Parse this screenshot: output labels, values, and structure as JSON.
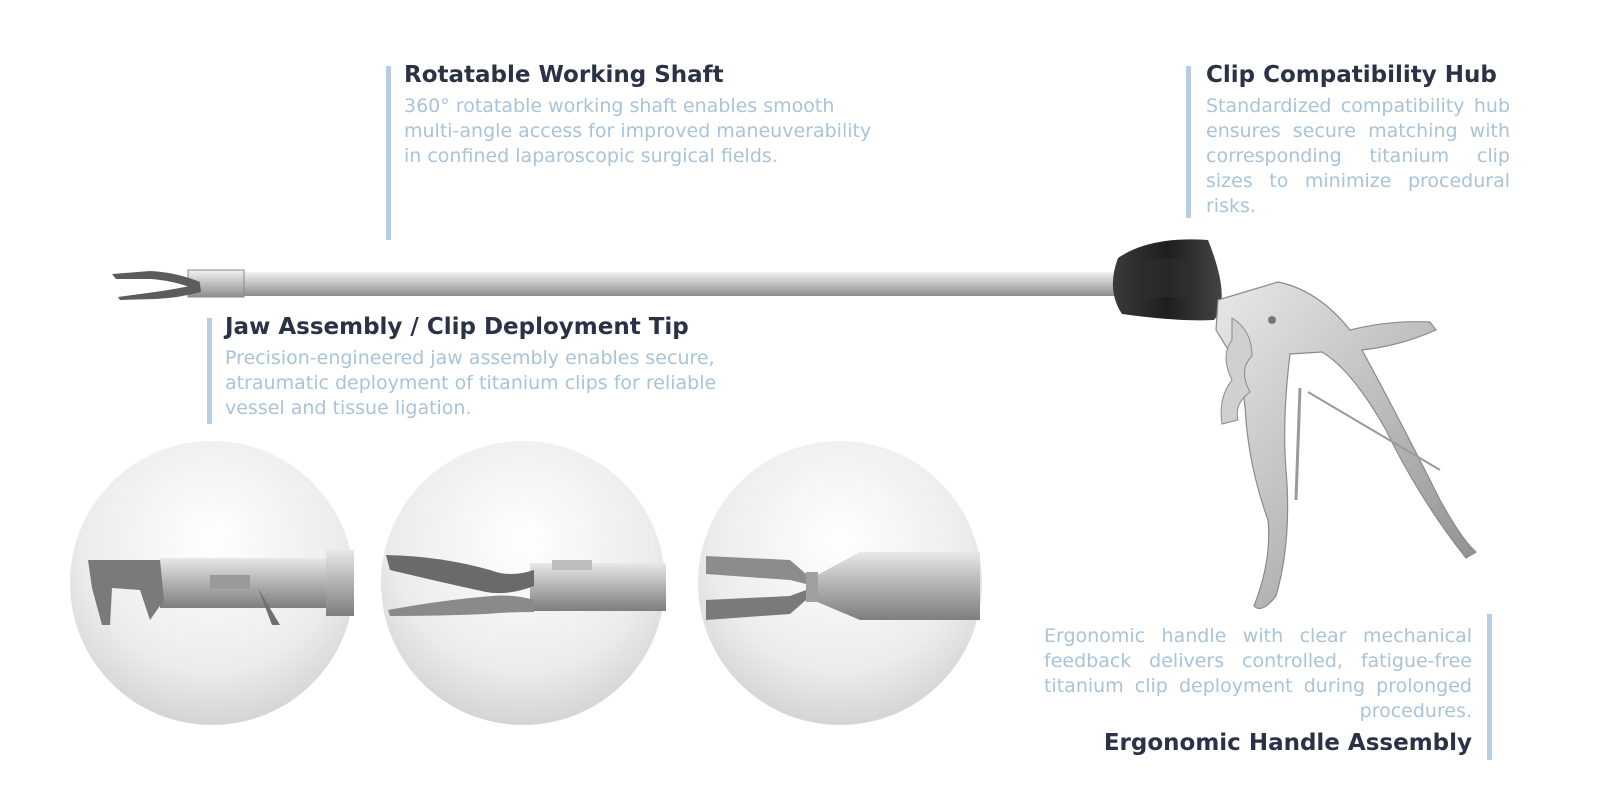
{
  "callouts": {
    "shaft": {
      "title": "Rotatable Working Shaft",
      "body": "360° rotatable working shaft enables smooth multi-angle access for improved maneuverability in confined laparoscopic surgical fields."
    },
    "hub": {
      "title": "Clip Compatibility Hub",
      "body": "Standardized compatibility hub ensures secure matching with corresponding titanium clip sizes to minimize procedural risks."
    },
    "jaw": {
      "title": "Jaw Assembly / Clip Deployment Tip",
      "body": "Precision-engineered jaw assembly enables secure, atraumatic deployment of titanium clips for reliable vessel and tissue ligation."
    },
    "handle": {
      "title": "Ergonomic Handle Assembly",
      "body": "Ergonomic handle with clear mechanical feedback delivers controlled, fatigue-free titanium clip deployment during prolonged procedures."
    }
  },
  "colors": {
    "title": "#2b3147",
    "body": "#a9c3d8",
    "accent_bar": "#b7cfe0",
    "knob": "#262626"
  }
}
